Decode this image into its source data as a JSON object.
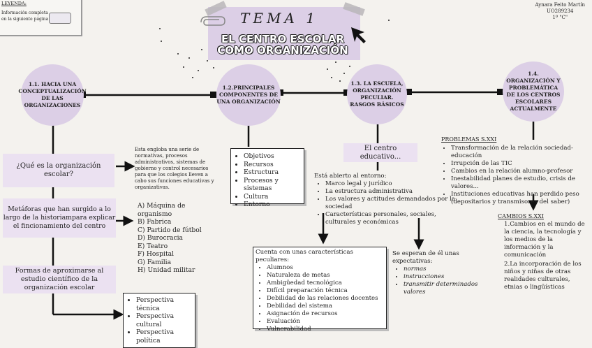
{
  "legend": {
    "title": "LEYENDA:",
    "line1": "Información completa",
    "line2": "en la siguiente página"
  },
  "author": {
    "name": "Aynara Feito Martín",
    "id": "UO289234",
    "course": "1º \"C\""
  },
  "header": {
    "tema": "TEMA 1",
    "title_line1": "EL CENTRO ESCOLAR",
    "title_line2": "COMO ORGANIZACIÓN"
  },
  "nodes": {
    "n1": "1.1. HACIA UNA CONCEPTUALIZACIÓN DE LAS ORGANIZACIONES",
    "n2": "1.2.PRINCIPALES COMPONENTES DE UNA ORGANIZACIÓN",
    "n3": "1.3. LA ESCUELA, ORGANIZACIÓN PECULIAR. RASGOS BÁSICOS",
    "n4": "1.4. ORGANIZACIÓN Y PROBLEMÁTICA DE LOS CENTROS ESCOLARES ACTUALMENTE"
  },
  "section1": {
    "q1": "¿Qué es la organización escolar?",
    "q1_answer": "Esta engloba una serie de normativas, procesos administrativos, sistemas de gobierno y control necesarios para que los colegios lleven a cabo sus funciones educativas y organizativas.",
    "q2": "Metáforas que han surgido a lo largo de la historiampara explicar el fincionamiento del centro",
    "metaphors": [
      "A) Máquina de organismo",
      "B) Fabrica",
      "C) Partido de fútbol",
      "D) Burocracia",
      "E) Teatro",
      "F) Hospital",
      "G) Familia",
      "H) Unidad militar"
    ],
    "q3": "Formas de aproximarse al estudio científico de la organización escolar",
    "perspectives": [
      "Perspectiva técnica",
      "Perspectiva cultural",
      "Perspectiva política"
    ]
  },
  "section2": {
    "components": [
      "Objetivos",
      "Recursos",
      "Estructura",
      "Procesos y sistemas",
      "Cultura",
      "Entorno"
    ]
  },
  "section3": {
    "label": "El centro educativo...",
    "open_intro": "Está abierto al entorno:",
    "open_items": [
      "Marco legal y jurídico",
      "La estructura administrativa",
      "Los valores y actitudes demandados por la sociedad",
      "Características personales, sociales, culturales y económicas"
    ],
    "peculiar_intro": "Cuenta con unas características peculiares:",
    "peculiar_items": [
      "Alumnos",
      "Naturaleza de metas",
      "Ambigüedad tecnológica",
      "Difícil preparación técnica",
      "Debilidad de las relaciones docentes",
      "Debilidad del sistema",
      "Asignación de recursos",
      "Evaluación",
      "Vulnerabilidad"
    ],
    "expect_intro": "Se esperan de él unas expectativas:",
    "expect_items": [
      "normas",
      "instrucciones",
      "transmitir determinados valores"
    ]
  },
  "section4": {
    "problems_title": "PROBLEMAS S.XXI",
    "problems": [
      "Transformación de la relación sociedad-educación",
      "Irrupción de las TIC",
      "Cambios en la relación alumno-profesor",
      "Inestabilidad planes de estudio, crisis de valores...",
      "Instituciones educativas han perdido peso (depositarios y transmisores del saber)"
    ],
    "changes_title": "CAMBIOS S.XXI",
    "changes": [
      "1.Cambios en el mundo de la ciencia, la tecnología y los medios de la información  y la comunicación",
      "2.La incorporación de los niños y niñas de otras realidades culturales, etnias o lingüísticas"
    ]
  }
}
